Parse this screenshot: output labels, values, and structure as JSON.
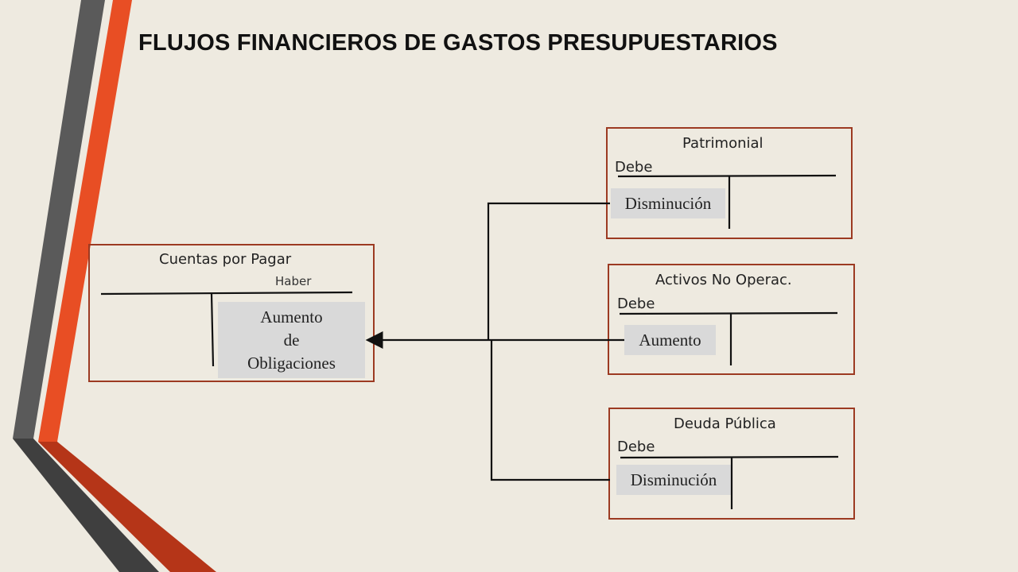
{
  "title": "FLUJOS FINANCIEROS DE GASTOS PRESUPUESTARIOS",
  "colors": {
    "accent_orange": "#e84e24",
    "dark_gray": "#555555",
    "box_border": "#9c3a22",
    "entry_bg": "#d9d9d9",
    "background": "#eeeae0"
  },
  "accounts": {
    "cuentas_por_pagar": {
      "title": "Cuentas por Pagar",
      "side": "Haber",
      "entry_lines": [
        "Aumento",
        "de",
        "Obligaciones"
      ]
    },
    "patrimonial": {
      "title": "Patrimonial",
      "side": "Debe",
      "entry": "Disminución"
    },
    "activos_no_operac": {
      "title": "Activos No Operac.",
      "side": "Debe",
      "entry": "Aumento"
    },
    "deuda_publica": {
      "title": "Deuda Pública",
      "side": "Debe",
      "entry": "Disminución"
    }
  }
}
